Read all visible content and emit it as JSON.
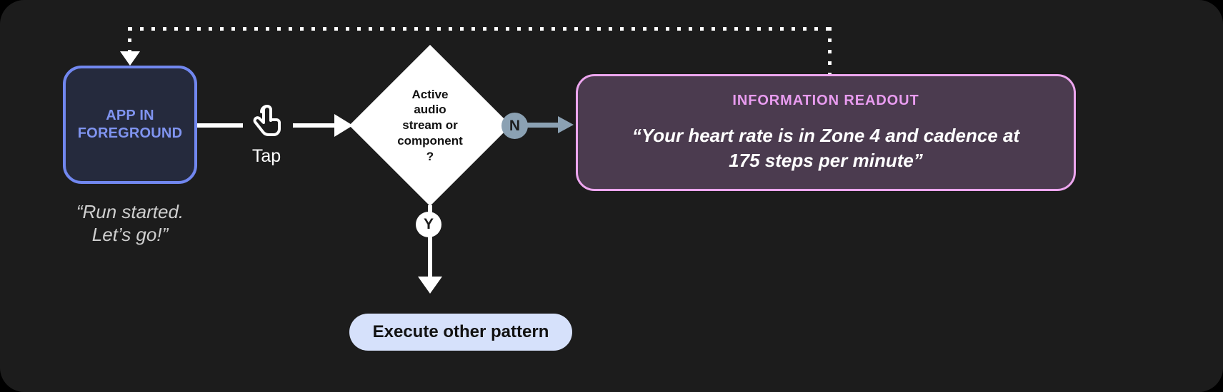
{
  "canvas": {
    "background": "#1c1c1c"
  },
  "app_node": {
    "label": "APP IN\nFOREGROUND",
    "label_line1": "APP IN",
    "label_line2": "FOREGROUND",
    "border_color": "#7187ef",
    "fill_color": "#252a3d",
    "text_color": "#8094f0"
  },
  "app_quote": {
    "line1": "“Run started.",
    "line2": "Let’s go!”",
    "text": "“Run started.\nLet’s go!”",
    "color": "#cfcfcf"
  },
  "gesture": {
    "icon": "tap-gesture-icon",
    "caption": "Tap"
  },
  "decision": {
    "text": "Active\naudio\nstream or\ncomponent\n?",
    "shape": "diamond",
    "fill_color": "#ffffff",
    "text_color": "#111111"
  },
  "branches": {
    "no": {
      "badge": "N",
      "badge_fill": "#8ba1b3",
      "badge_text_color": "#1c1c1c",
      "connector_color": "#8ba1b3"
    },
    "yes": {
      "badge": "Y",
      "badge_fill": "#ffffff",
      "badge_text_color": "#1c1c1c",
      "connector_color": "#ffffff"
    }
  },
  "readout": {
    "title": "INFORMATION READOUT",
    "body_line1": "“Your heart rate is in Zone 4 and cadence at",
    "body_line2": "175 steps per minute”",
    "body": "“Your heart rate is in Zone 4 and cadence at 175 steps per minute”",
    "border_color": "#eda6ef",
    "fill_color": "#4b3b4f",
    "title_color": "#e99cf0",
    "body_color": "#ffffff"
  },
  "execute_pill": {
    "label": "Execute other pattern",
    "fill_color": "#d6e1fb",
    "text_color": "#121212"
  },
  "feedback_loop": {
    "style": "dotted",
    "color": "#ffffff"
  }
}
